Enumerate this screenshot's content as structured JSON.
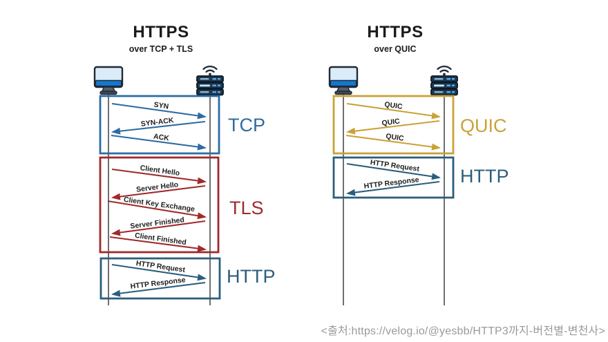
{
  "panels": {
    "left": {
      "title": "HTTPS",
      "subtitle": "over TCP + TLS",
      "client_icon": "desktop-computer",
      "server_icon": "server-rack-with-wifi",
      "sections": [
        {
          "label": "TCP",
          "color": "#2d6ca2",
          "messages": [
            {
              "text": "SYN",
              "direction": "client-to-server"
            },
            {
              "text": "SYN-ACK",
              "direction": "server-to-client"
            },
            {
              "text": "ACK",
              "direction": "client-to-server"
            }
          ]
        },
        {
          "label": "TLS",
          "color": "#a02a2a",
          "messages": [
            {
              "text": "Client Hello",
              "direction": "client-to-server"
            },
            {
              "text": "Server Hello",
              "direction": "server-to-client"
            },
            {
              "text": "Client Key Exchange",
              "direction": "client-to-server"
            },
            {
              "text": "Server Finished",
              "direction": "server-to-client"
            },
            {
              "text": "Client Finished",
              "direction": "client-to-server"
            }
          ]
        },
        {
          "label": "HTTP",
          "color": "#2b5d7d",
          "messages": [
            {
              "text": "HTTP Request",
              "direction": "client-to-server"
            },
            {
              "text": "HTTP Response",
              "direction": "server-to-client"
            }
          ]
        }
      ]
    },
    "right": {
      "title": "HTTPS",
      "subtitle": "over QUIC",
      "client_icon": "desktop-computer",
      "server_icon": "server-rack-with-wifi",
      "sections": [
        {
          "label": "QUIC",
          "color": "#c9a237",
          "messages": [
            {
              "text": "QUIC",
              "direction": "client-to-server"
            },
            {
              "text": "QUIC",
              "direction": "server-to-client"
            },
            {
              "text": "QUIC",
              "direction": "client-to-server"
            }
          ]
        },
        {
          "label": "HTTP",
          "color": "#2b5d7d",
          "messages": [
            {
              "text": "HTTP Request",
              "direction": "client-to-server"
            },
            {
              "text": "HTTP Response",
              "direction": "server-to-client"
            }
          ]
        }
      ]
    }
  },
  "source_caption": "<출처:https://velog.io/@yesbb/HTTP3까지-버전별-변천사>",
  "colors": {
    "tcp": "#2d6ca2",
    "tls": "#a02a2a",
    "http": "#2b5d7d",
    "quic": "#c9a237",
    "lifeline": "#6f6f6f",
    "message_text": "#1c1c1c",
    "title": "#1b1b1b",
    "caption": "#9a9a9a"
  }
}
